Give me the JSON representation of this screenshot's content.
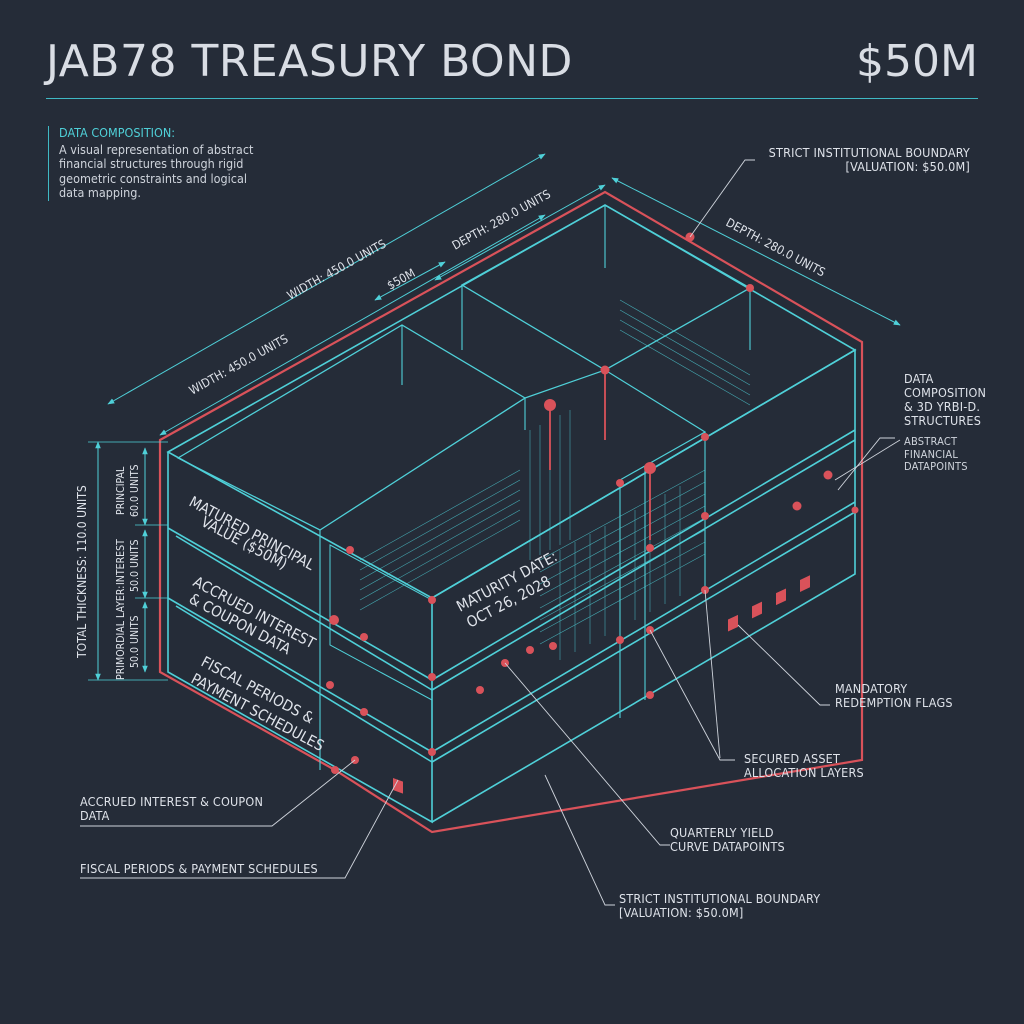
{
  "header": {
    "title": "JAB78 TREASURY BOND",
    "amount": "$50M"
  },
  "intro": {
    "heading": "DATA COMPOSITION:",
    "body": "A visual representation of abstract financial structures through rigid geometric constraints and logical data mapping."
  },
  "dimensions": {
    "width_outer": "WIDTH: 450.0 UNITS",
    "width_inner": "WIDTH: 450.0 UNITS",
    "value_tag": "$50M",
    "depth_left": "DEPTH: 280.0 UNITS",
    "depth_right": "DEPTH: 280.0 UNITS",
    "total_thickness": "TOTAL THICKNESS: 110.0 UNITS",
    "principal": "PRINCIPAL",
    "principal_units": "60.0 UNITS",
    "interest": "INTEREST",
    "interest_units": "50.0 UNITS",
    "primordial": "PRIMORDIAL LAYER:",
    "primordial_units": "50.0 UNITS"
  },
  "layers": {
    "top_line1": "MATURED PRINCIPAL",
    "top_line2": "VALUE ($50M)",
    "mid_line1": "ACCRUED INTEREST",
    "mid_line2": "& COUPON DATA",
    "bot_line1": "FISCAL PERIODS &",
    "bot_line2": "PAYMENT SCHEDULES",
    "maturity_line1": "MATURITY DATE:",
    "maturity_line2": "OCT 26, 2028"
  },
  "annotations": {
    "boundary_top": "STRICT INSTITUTIONAL BOUNDARY\n[VALUATION: $50.0M]",
    "data_composition_3d": "DATA\nCOMPOSITION\n& 3D YRBI-D.\nSTRUCTURES",
    "abstract_datapoints": "ABSTRACT\nFINANCIAL\nDATAPOINTS",
    "mandatory_flags": "MANDATORY\nREDEMPTION FLAGS",
    "secured_asset": "SECURED ASSET\nALLOCATION LAYERS",
    "quarterly_yield": "QUARTERLY YIELD\nCURVE DATAPOINTS",
    "boundary_bottom": "STRICT INSTITUTIONAL BOUNDARY\n[VALUATION: $50.0M]",
    "accrued_interest": "ACCRUED INTEREST & COUPON\nDATA",
    "fiscal_periods": "FISCAL PERIODS & PAYMENT SCHEDULES"
  },
  "colors": {
    "background": "#252c38",
    "cyan": "#4fd0d8",
    "red": "#d9525a"
  }
}
